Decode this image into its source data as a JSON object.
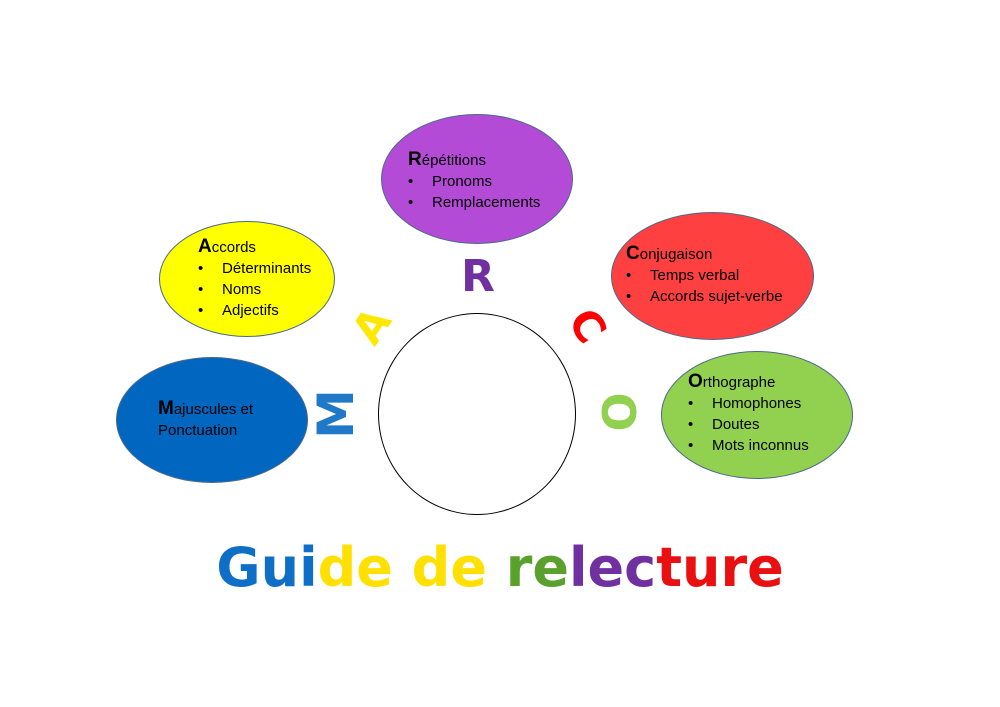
{
  "bubbles": {
    "m": {
      "initial": "M",
      "line1_rest": "ajuscules et",
      "line2": "Ponctuation",
      "color": "#0066bf"
    },
    "a": {
      "initial": "A",
      "rest": "ccords",
      "items": [
        "Déterminants",
        "Noms",
        "Adjectifs"
      ],
      "color": "#ffff00"
    },
    "r": {
      "initial": "R",
      "rest": "épétitions",
      "items": [
        "Pronoms",
        "Remplacements"
      ],
      "color": "#b44bd6"
    },
    "c": {
      "initial": "C",
      "rest": "onjugaison",
      "items": [
        "Temps verbal",
        "Accords sujet-verbe"
      ],
      "color": "#ff4040"
    },
    "o": {
      "initial": "O",
      "rest": "rthographe",
      "items": [
        "Homophones",
        "Doutes",
        "Mots inconnus"
      ],
      "color": "#92d050"
    }
  },
  "letters": {
    "m": {
      "char": "M",
      "color": "#1f78c8"
    },
    "a": {
      "char": "A",
      "color": "#ffe800"
    },
    "r": {
      "char": "R",
      "color": "#7030a0"
    },
    "c": {
      "char": "C",
      "color": "#ff0000"
    },
    "o": {
      "char": "O",
      "color": "#92d050"
    }
  },
  "title": {
    "segments": [
      {
        "text": "Gui",
        "color": "#0f6fc6"
      },
      {
        "text": "de",
        "color": "#ffe000"
      },
      {
        "text": " ",
        "color": "#000000"
      },
      {
        "text": "de",
        "color": "#ffe000"
      },
      {
        "text": " ",
        "color": "#000000"
      },
      {
        "text": "re",
        "color": "#5aa02c"
      },
      {
        "text": "lec",
        "color": "#7030a0"
      },
      {
        "text": "ture",
        "color": "#e81010"
      }
    ]
  }
}
